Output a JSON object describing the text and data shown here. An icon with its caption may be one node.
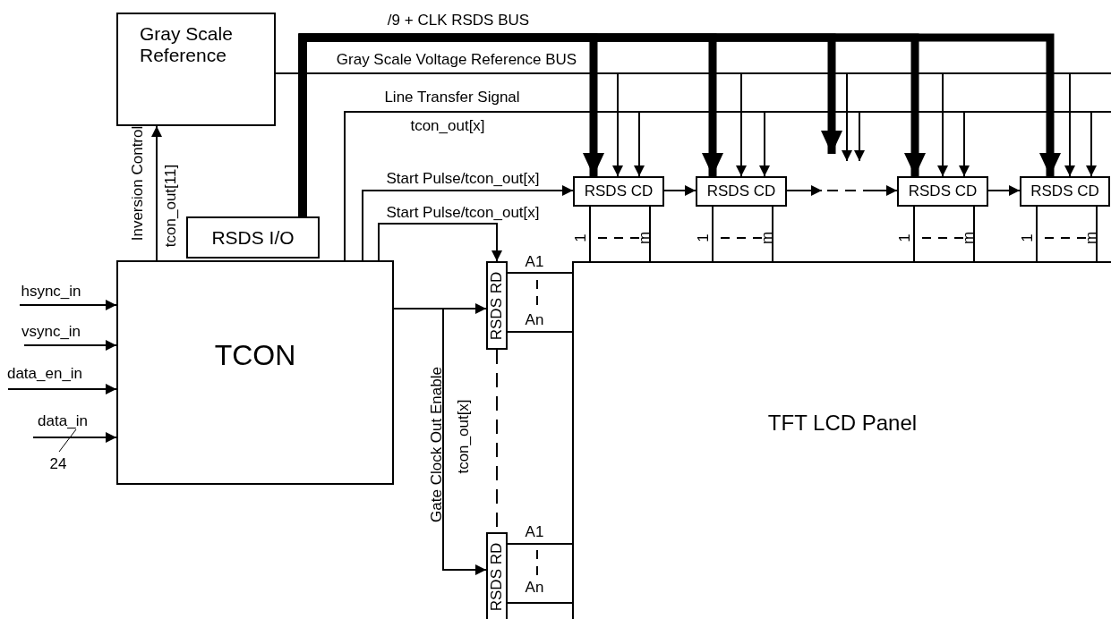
{
  "diagram": {
    "nodes": [
      {
        "text": [
          "Gray Scale Reference"
        ]
      },
      {
        "text": [
          "RSDS I/O"
        ]
      },
      {
        "text": [
          "TCON"
        ]
      },
      {
        "text": [
          "RSDS CD"
        ]
      },
      {
        "text": [
          "RSDS CD"
        ]
      },
      {
        "text": [
          "RSDS CD"
        ]
      },
      {
        "text": [
          "RSDS CD"
        ]
      },
      {
        "text": [
          "RSDS RD"
        ]
      },
      {
        "text": [
          "RSDS RD"
        ]
      },
      {
        "text": [
          "TFT LCD Panel"
        ]
      }
    ],
    "edges": [
      {
        "from": null,
        "to": 2,
        "arrow": "to",
        "label": "hsync_in"
      },
      {
        "from": null,
        "to": 2,
        "arrow": "to",
        "label": "vsync_in"
      },
      {
        "from": null,
        "to": 2,
        "arrow": "to",
        "label": "data_en_in"
      },
      {
        "from": null,
        "to": 2,
        "arrow": "to",
        "label": "data_in"
      },
      {
        "from": 2,
        "to": 0,
        "arrow": "to",
        "label": "Inversion Control"
      },
      {
        "from": 1,
        "to": 3,
        "arrow": "to",
        "label": "/9 + CLK RSDS BUS",
        "style": "thick"
      },
      {
        "from": 1,
        "to": 4,
        "arrow": "to",
        "style": "thick"
      },
      {
        "from": 1,
        "to": null,
        "arrow": "to",
        "style": "thick"
      },
      {
        "from": 1,
        "to": 5,
        "arrow": "to",
        "style": "thick"
      },
      {
        "from": 1,
        "to": 6,
        "arrow": "to",
        "style": "thick"
      },
      {
        "from": 0,
        "to": 3,
        "arrow": "to",
        "label": "Gray Scale Voltage Reference BUS"
      },
      {
        "from": 0,
        "to": 4,
        "arrow": "to"
      },
      {
        "from": 0,
        "to": null,
        "arrow": "to"
      },
      {
        "from": 0,
        "to": 5,
        "arrow": "to"
      },
      {
        "from": 0,
        "to": 6,
        "arrow": "to"
      },
      {
        "from": 2,
        "to": 3,
        "arrow": "to",
        "label": "Line Transfer Signal"
      },
      {
        "from": 2,
        "to": 4,
        "arrow": "to"
      },
      {
        "from": 2,
        "to": null,
        "arrow": "to"
      },
      {
        "from": 2,
        "to": 5,
        "arrow": "to"
      },
      {
        "from": 2,
        "to": 6,
        "arrow": "to"
      },
      {
        "from": 2,
        "to": 3,
        "arrow": "to",
        "label": "Start Pulse/tcon_out[x]"
      },
      {
        "from": 3,
        "to": 4,
        "arrow": "to"
      },
      {
        "from": 4,
        "to": 5,
        "arrow": "to",
        "style": "dashed"
      },
      {
        "from": 5,
        "to": 6,
        "arrow": "to"
      },
      {
        "from": 2,
        "to": 7,
        "arrow": "to",
        "label": "Start Pulse/tcon_out[x]"
      },
      {
        "from": 2,
        "to": 7,
        "arrow": "to"
      },
      {
        "from": 2,
        "to": 8,
        "arrow": "to",
        "label": "Gate Clock Out Enable"
      },
      {
        "from": 7,
        "to": 8,
        "arrow": "none",
        "style": "dashed"
      },
      {
        "from": 7,
        "to": 9,
        "arrow": "none",
        "label": "A1"
      },
      {
        "from": 7,
        "to": 9,
        "arrow": "none",
        "label": "An"
      },
      {
        "from": 8,
        "to": 9,
        "arrow": "none",
        "label": "A1"
      },
      {
        "from": 8,
        "to": 9,
        "arrow": "none",
        "label": "An"
      },
      {
        "from": 3,
        "to": 9,
        "arrow": "none",
        "label": "1"
      },
      {
        "from": 3,
        "to": 9,
        "arrow": "none",
        "label": "m"
      },
      {
        "from": 4,
        "to": 9,
        "arrow": "none",
        "label": "1"
      },
      {
        "from": 4,
        "to": 9,
        "arrow": "none",
        "label": "m"
      },
      {
        "from": 5,
        "to": 9,
        "arrow": "none",
        "label": "1"
      },
      {
        "from": 5,
        "to": 9,
        "arrow": "none",
        "label": "m"
      },
      {
        "from": 6,
        "to": 9,
        "arrow": "none",
        "label": "1"
      },
      {
        "from": 6,
        "to": 9,
        "arrow": "none",
        "label": "m"
      }
    ],
    "labels": [
      "tcon_out[11]",
      "tcon_out[x]",
      "tcon_out[x]",
      "24"
    ]
  }
}
